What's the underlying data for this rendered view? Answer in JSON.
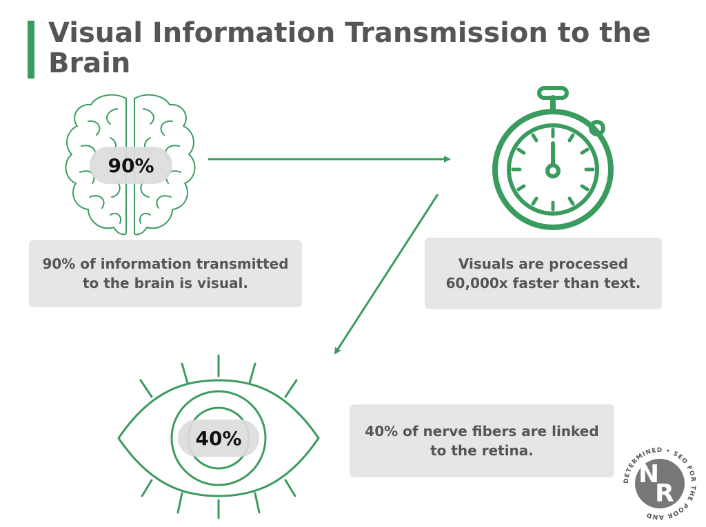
{
  "title": "Visual Information Transmission to the Brain",
  "brain": {
    "percent": "90%",
    "caption": "90% of information transmitted to the brain is visual."
  },
  "stopwatch": {
    "caption": "Visuals are processed 60,000x faster than text."
  },
  "eye": {
    "percent": "40%",
    "caption": "40% of nerve fibers are linked to the retina."
  },
  "logo": {
    "letters": [
      "N",
      "R"
    ],
    "ring_text": "DETERMINED • SEO FOR THE POOR AND"
  },
  "colors": {
    "accent": "#3a9b5f",
    "text": "#555555",
    "box": "#e6e6e6",
    "highlight": "#dcdcdc"
  }
}
